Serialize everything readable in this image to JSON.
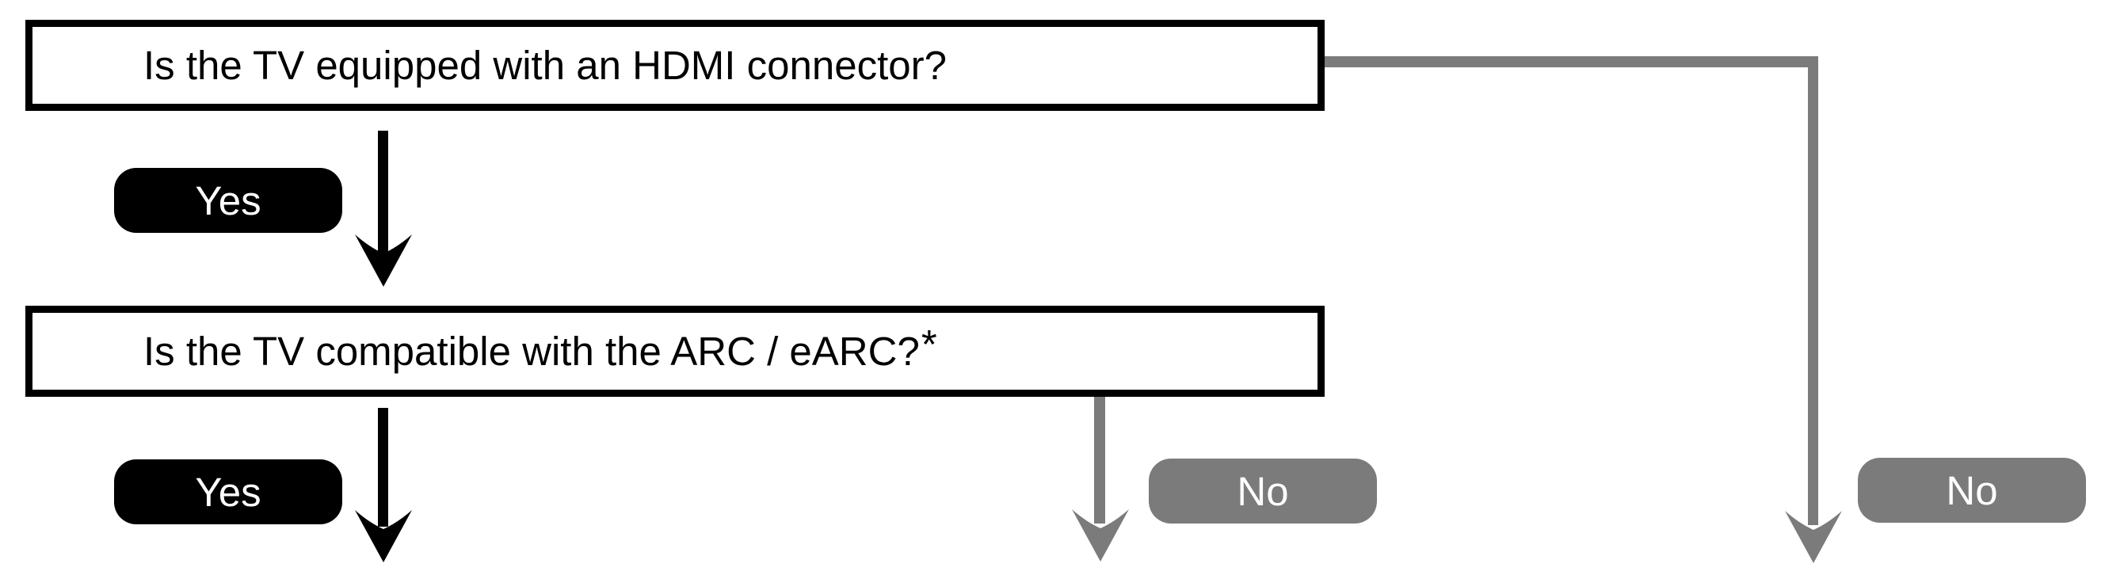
{
  "flowchart": {
    "questions": [
      {
        "id": "hdmi",
        "label": "Is the TV equipped with an HDMI connector?"
      },
      {
        "id": "arc",
        "label": "Is the TV compatible with the ARC / eARC?",
        "footnote_marker": "*"
      }
    ],
    "answers": {
      "yes": "Yes",
      "no": "No"
    },
    "colors": {
      "background": "#ffffff",
      "question_box_border": "#000000",
      "question_box_fill": "#ffffff",
      "question_text": "#000000",
      "yes_badge_fill": "#000000",
      "no_badge_fill": "#7b7b7b",
      "badge_text": "#ffffff",
      "black_arrow": "#000000",
      "gray_connector": "#7b7b7b"
    }
  }
}
